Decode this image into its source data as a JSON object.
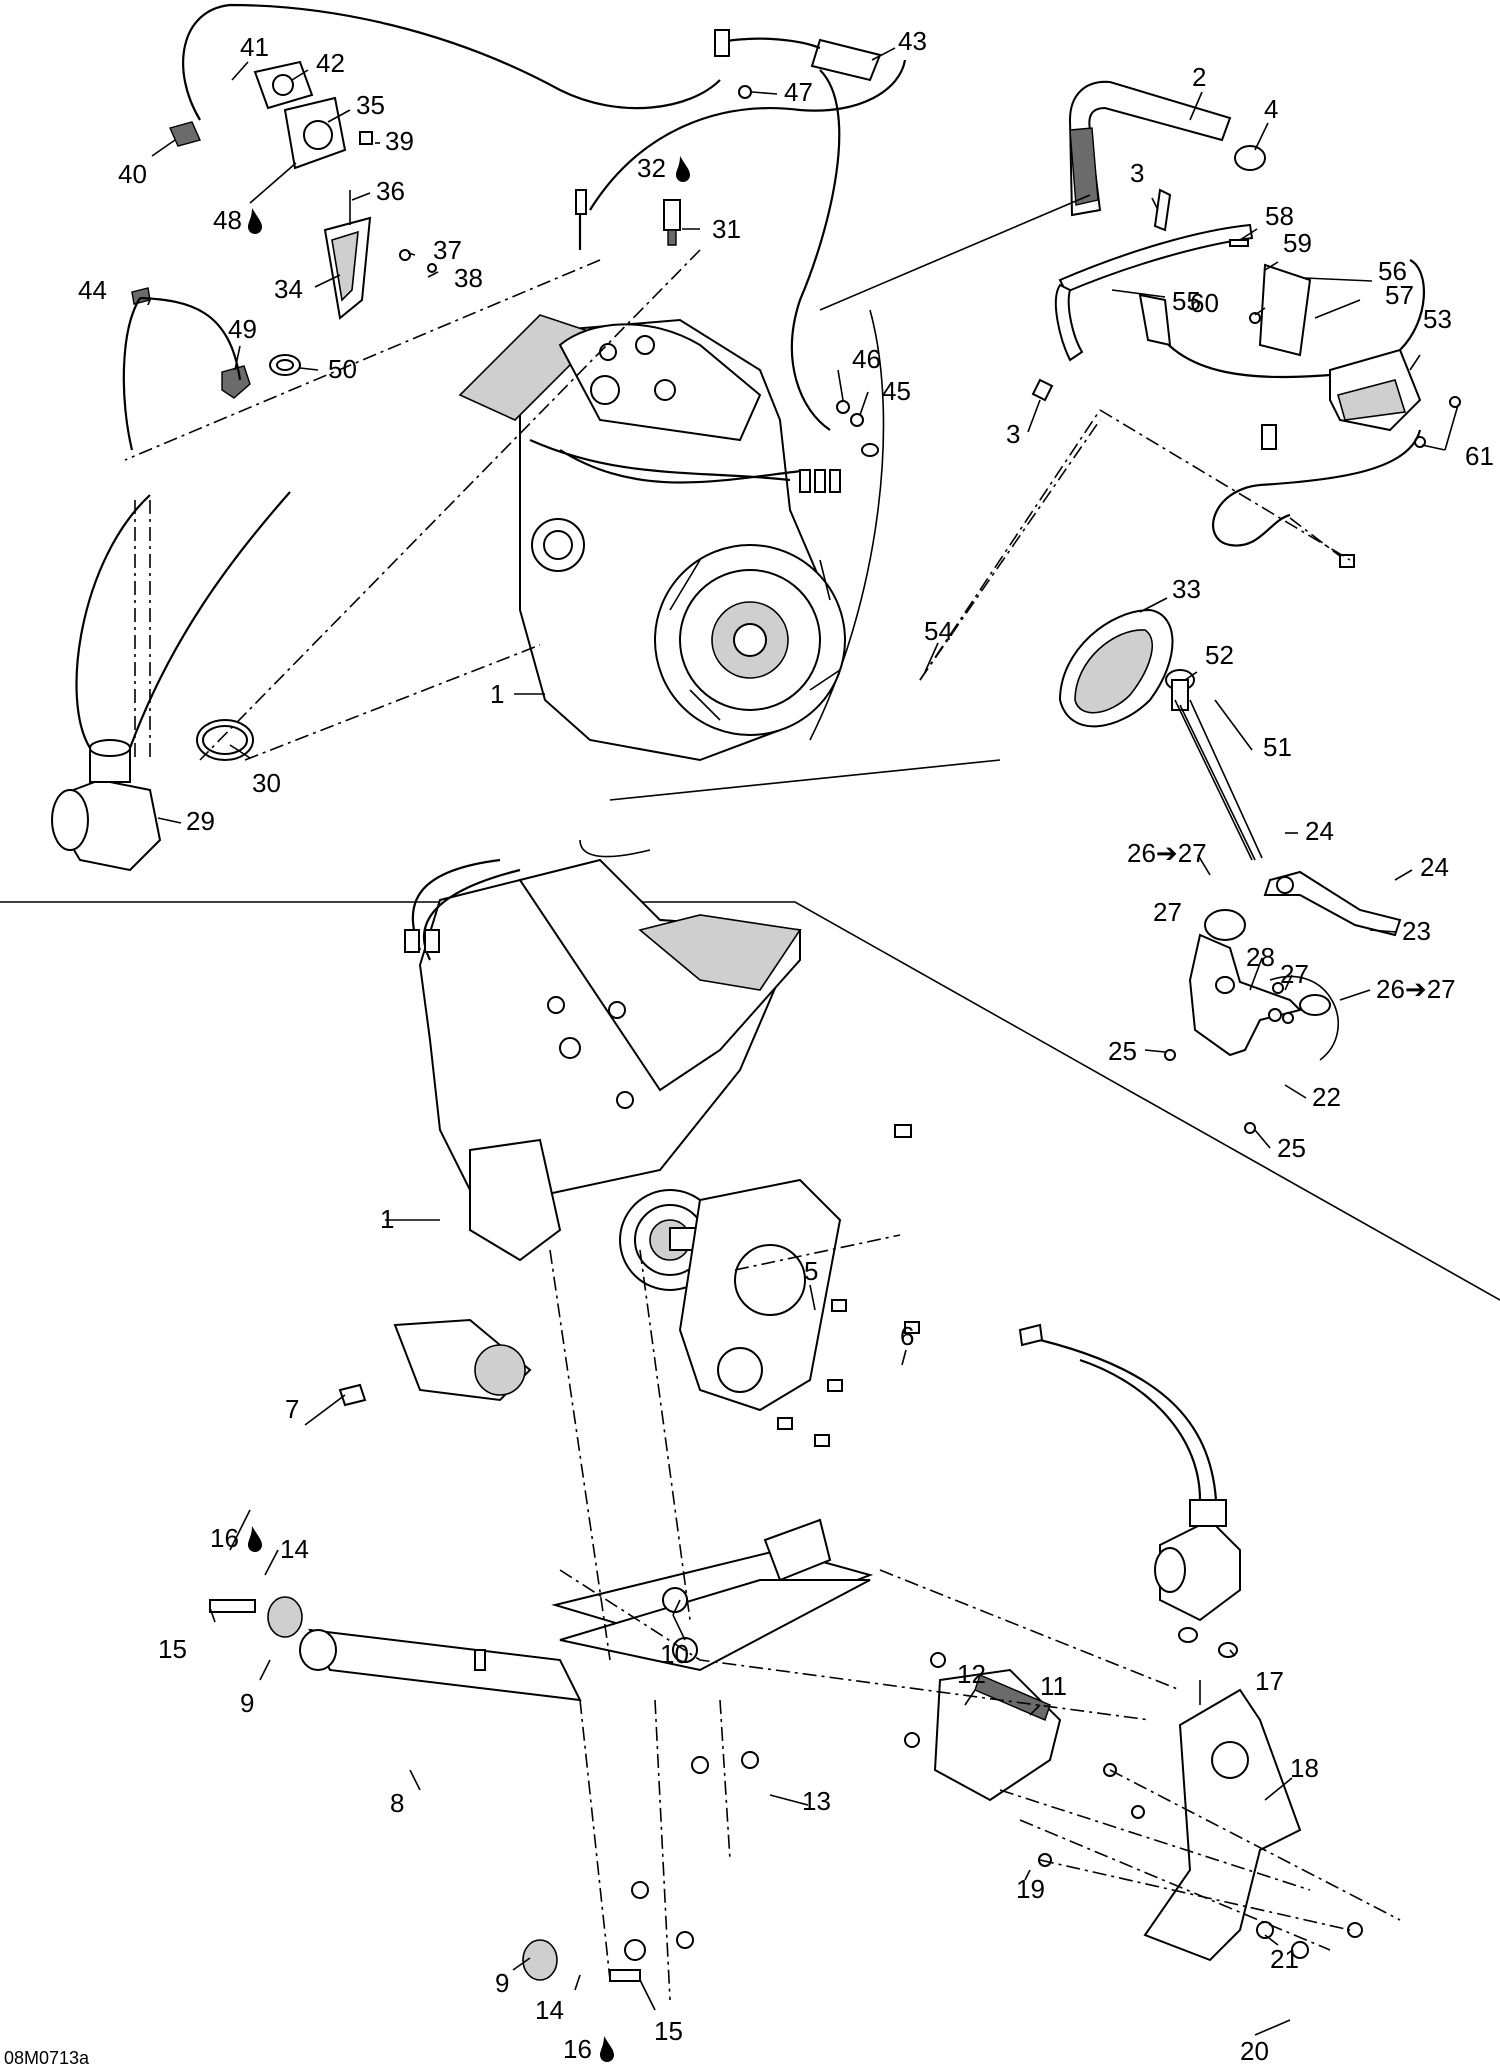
{
  "diagram_code": "08M0713a",
  "callouts": [
    {
      "id": "c41",
      "text": "41"
    },
    {
      "id": "c42",
      "text": "42"
    },
    {
      "id": "c35",
      "text": "35"
    },
    {
      "id": "c39",
      "text": "39"
    },
    {
      "id": "c40",
      "text": "40"
    },
    {
      "id": "c48",
      "text": "48"
    },
    {
      "id": "c36",
      "text": "36"
    },
    {
      "id": "c37",
      "text": "37"
    },
    {
      "id": "c38",
      "text": "38"
    },
    {
      "id": "c34",
      "text": "34"
    },
    {
      "id": "c43",
      "text": "43"
    },
    {
      "id": "c47",
      "text": "47"
    },
    {
      "id": "c32",
      "text": "32"
    },
    {
      "id": "c31",
      "text": "31"
    },
    {
      "id": "c44",
      "text": "44"
    },
    {
      "id": "c49",
      "text": "49"
    },
    {
      "id": "c50",
      "text": "50"
    },
    {
      "id": "c46",
      "text": "46"
    },
    {
      "id": "c45",
      "text": "45"
    },
    {
      "id": "c2",
      "text": "2"
    },
    {
      "id": "c4",
      "text": "4"
    },
    {
      "id": "c3a",
      "text": "3"
    },
    {
      "id": "c58",
      "text": "58"
    },
    {
      "id": "c59",
      "text": "59"
    },
    {
      "id": "c56",
      "text": "56"
    },
    {
      "id": "c57",
      "text": "57"
    },
    {
      "id": "c55",
      "text": "55"
    },
    {
      "id": "c60",
      "text": "60"
    },
    {
      "id": "c53",
      "text": "53"
    },
    {
      "id": "c3b",
      "text": "3"
    },
    {
      "id": "c61",
      "text": "61"
    },
    {
      "id": "c54",
      "text": "54"
    },
    {
      "id": "c33",
      "text": "33"
    },
    {
      "id": "c52",
      "text": "52"
    },
    {
      "id": "c1a",
      "text": "1"
    },
    {
      "id": "c51",
      "text": "51"
    },
    {
      "id": "c30",
      "text": "30"
    },
    {
      "id": "c29",
      "text": "29"
    },
    {
      "id": "c24a",
      "text": "24"
    },
    {
      "id": "c2627a",
      "text": "26➔27"
    },
    {
      "id": "c24b",
      "text": "24"
    },
    {
      "id": "c27a",
      "text": "27"
    },
    {
      "id": "c23",
      "text": "23"
    },
    {
      "id": "c28",
      "text": "28"
    },
    {
      "id": "c27b",
      "text": "27"
    },
    {
      "id": "c2627b",
      "text": "26➔27"
    },
    {
      "id": "c25a",
      "text": "25"
    },
    {
      "id": "c22",
      "text": "22"
    },
    {
      "id": "c25b",
      "text": "25"
    },
    {
      "id": "c1b",
      "text": "1"
    },
    {
      "id": "c5",
      "text": "5"
    },
    {
      "id": "c6",
      "text": "6"
    },
    {
      "id": "c7",
      "text": "7"
    },
    {
      "id": "c16a",
      "text": "16"
    },
    {
      "id": "c14a",
      "text": "14"
    },
    {
      "id": "c15a",
      "text": "15"
    },
    {
      "id": "c10",
      "text": "10"
    },
    {
      "id": "c12",
      "text": "12"
    },
    {
      "id": "c11",
      "text": "11"
    },
    {
      "id": "c9a",
      "text": "9"
    },
    {
      "id": "c17",
      "text": "17"
    },
    {
      "id": "c8",
      "text": "8"
    },
    {
      "id": "c13",
      "text": "13"
    },
    {
      "id": "c18",
      "text": "18"
    },
    {
      "id": "c19",
      "text": "19"
    },
    {
      "id": "c9b",
      "text": "9"
    },
    {
      "id": "c21",
      "text": "21"
    },
    {
      "id": "c14b",
      "text": "14"
    },
    {
      "id": "c15b",
      "text": "15"
    },
    {
      "id": "c16b",
      "text": "16"
    },
    {
      "id": "c20",
      "text": "20"
    }
  ]
}
